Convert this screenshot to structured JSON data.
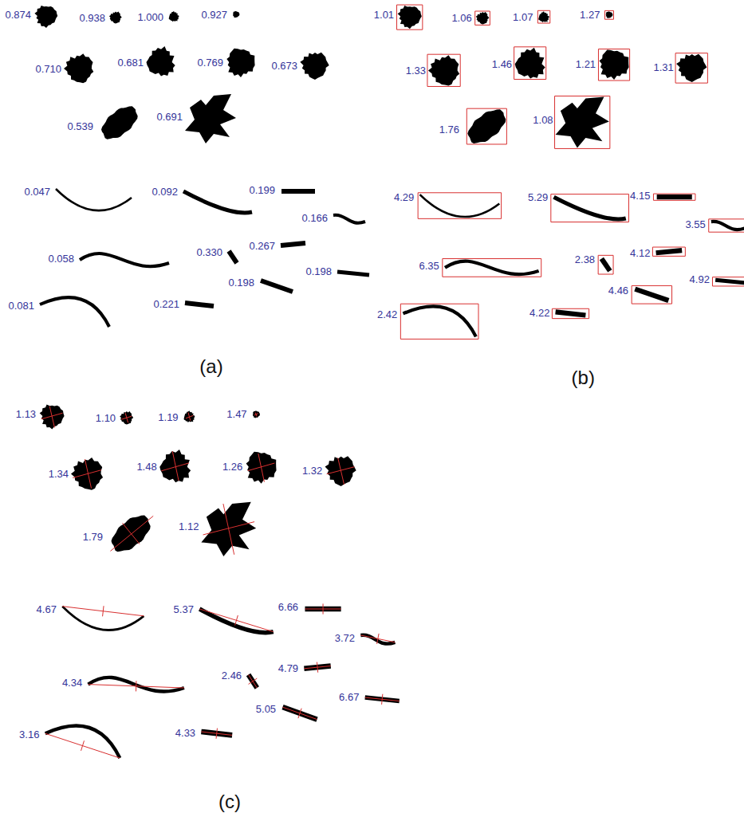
{
  "diagram": {
    "labels": [
      "0.874",
      "0.938",
      "1.000",
      "0.927",
      "0.710",
      "0.681",
      "0.769",
      "0.673",
      "0.539",
      "0.691",
      "0.047",
      "0.092",
      "0.199",
      "0.166",
      "0.058",
      "0.330",
      "0.267",
      "0.198",
      "0.198",
      "0.081",
      "0.221",
      "(a)",
      "1.01",
      "1.06",
      "1.07",
      "1.27",
      "1.33",
      "1.46",
      "1.21",
      "1.31",
      "1.76",
      "1.08",
      "4.29",
      "5.29",
      "4.15",
      "3.55",
      "6.35",
      "2.38",
      "4.12",
      "4.46",
      "4.92",
      "2.42",
      "4.22",
      "(b)",
      "1.13",
      "1.10",
      "1.19",
      "1.47",
      "1.34",
      "1.48",
      "1.26",
      "1.32",
      "1.79",
      "1.12",
      "4.67",
      "5.37",
      "6.66",
      "3.72",
      "4.34",
      "2.46",
      "4.79",
      "5.05",
      "6.67",
      "3.16",
      "4.33",
      "(c)"
    ]
  }
}
